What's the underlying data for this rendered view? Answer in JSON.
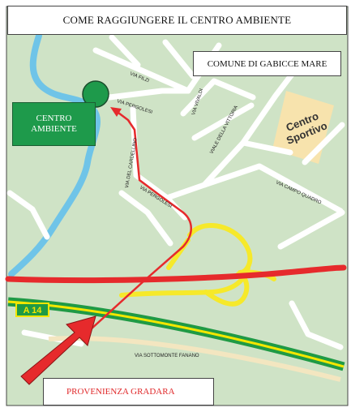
{
  "title": "COME RAGGIUNGERE IL CENTRO AMBIENTE",
  "comune": "COMUNE DI GABICCE MARE",
  "centro_ambiente": {
    "line1": "CENTRO",
    "line2": "AMBIENTE"
  },
  "provenienza": "PROVENIENZA GRADARA",
  "motorway_badge": "A 14",
  "centro_sportivo": {
    "line1": "Centro",
    "line2": "Sportivo"
  },
  "streets": {
    "filzi": "VIA FILZI",
    "vivaldi": "VIA VIVALDI",
    "pergolesi_top": "VIA PERGOLESI",
    "pergolesi_mid": "VIA PERGOLESI",
    "cardellino": "VIA DEL CARDELLINO",
    "vittoria": "VIALE DELLA VITTORIA",
    "campo_quadro": "VIA CAMPO QUADRO",
    "sottomonte": "VIA SOTTOMONTE FANANO"
  },
  "colors": {
    "land": "#cfe3c6",
    "river": "#6fc4e8",
    "road": "#ffffff",
    "route": "#e62a2c",
    "motorway_green": "#1f9a45",
    "motorway_yellow": "#f2e600",
    "junction": "#f6e92a",
    "sport_area": "#f7e3ad",
    "marker": "#1e9a4b"
  }
}
